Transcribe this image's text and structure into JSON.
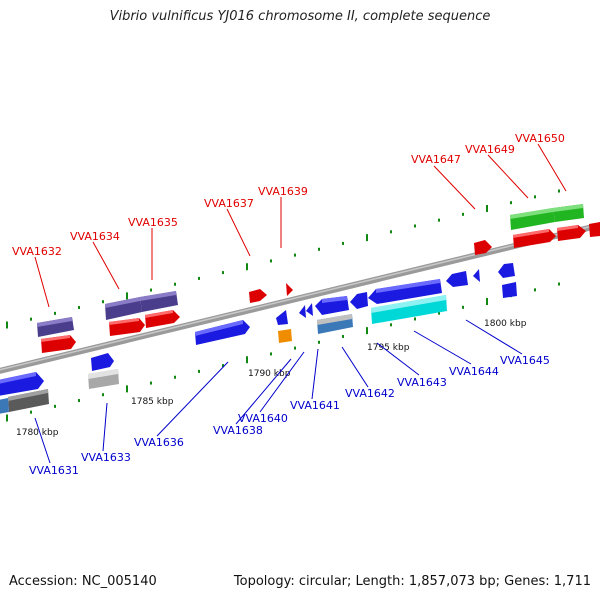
{
  "title": "Vibrio vulnificus YJ016 chromosome II, complete sequence",
  "footer": {
    "accession": "Accession: NC_005140",
    "summary": "Topology: circular; Length: 1,857,073 bp; Genes: 1,711"
  },
  "colors": {
    "label_top": "#e00000",
    "label_bottom": "#0000cc",
    "backbone": "#8a8a8a",
    "tick": "#118811"
  },
  "scale_labels": [
    "1780 kbp",
    "1785 kbp",
    "1790 kbp",
    "1795 kbp",
    "1800 kbp"
  ],
  "genes_top": [
    "VVA1632",
    "VVA1634",
    "VVA1635",
    "VVA1637",
    "VVA1639",
    "VVA1647",
    "VVA1649",
    "VVA1650"
  ],
  "genes_bottom": [
    "VVA1631",
    "VVA1633",
    "VVA1636",
    "VVA1638",
    "VVA1640",
    "VVA1641",
    "VVA1642",
    "VVA1643",
    "VVA1644",
    "VVA1645"
  ]
}
